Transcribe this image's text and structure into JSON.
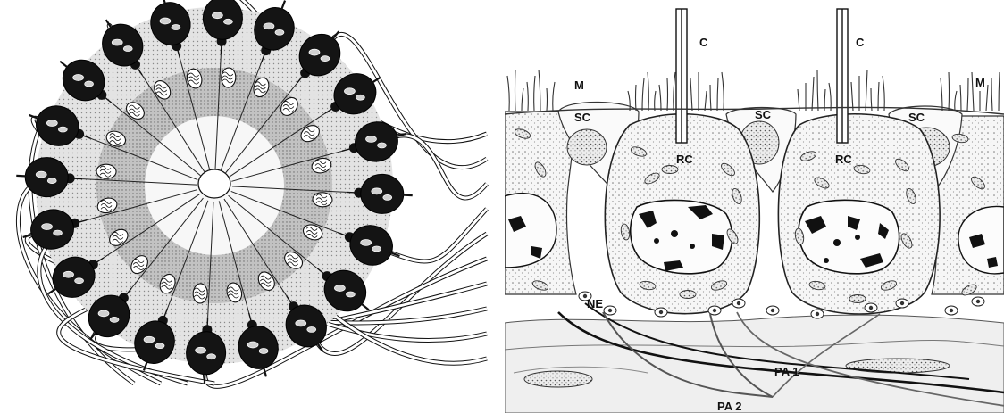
{
  "left_figure": {
    "rosette_cells": 20,
    "colors": {
      "ink": "#111111",
      "halo": "#d6d6d6",
      "ring": "#b8b8b8",
      "center": "#ffffff"
    }
  },
  "right_figure": {
    "labels": {
      "cilium_left": "C",
      "cilium_right": "C",
      "microvilli_left": "M",
      "microvilli_right": "M",
      "sc_1": "SC",
      "sc_2": "SC",
      "sc_3": "SC",
      "rc_left": "RC",
      "rc_right": "RC",
      "ne": "NE",
      "pa1": "PA 1",
      "pa2": "PA 2"
    },
    "colors": {
      "ink": "#222222",
      "stipple": "#f1f1f1",
      "tissue": "#eeeeee"
    }
  }
}
